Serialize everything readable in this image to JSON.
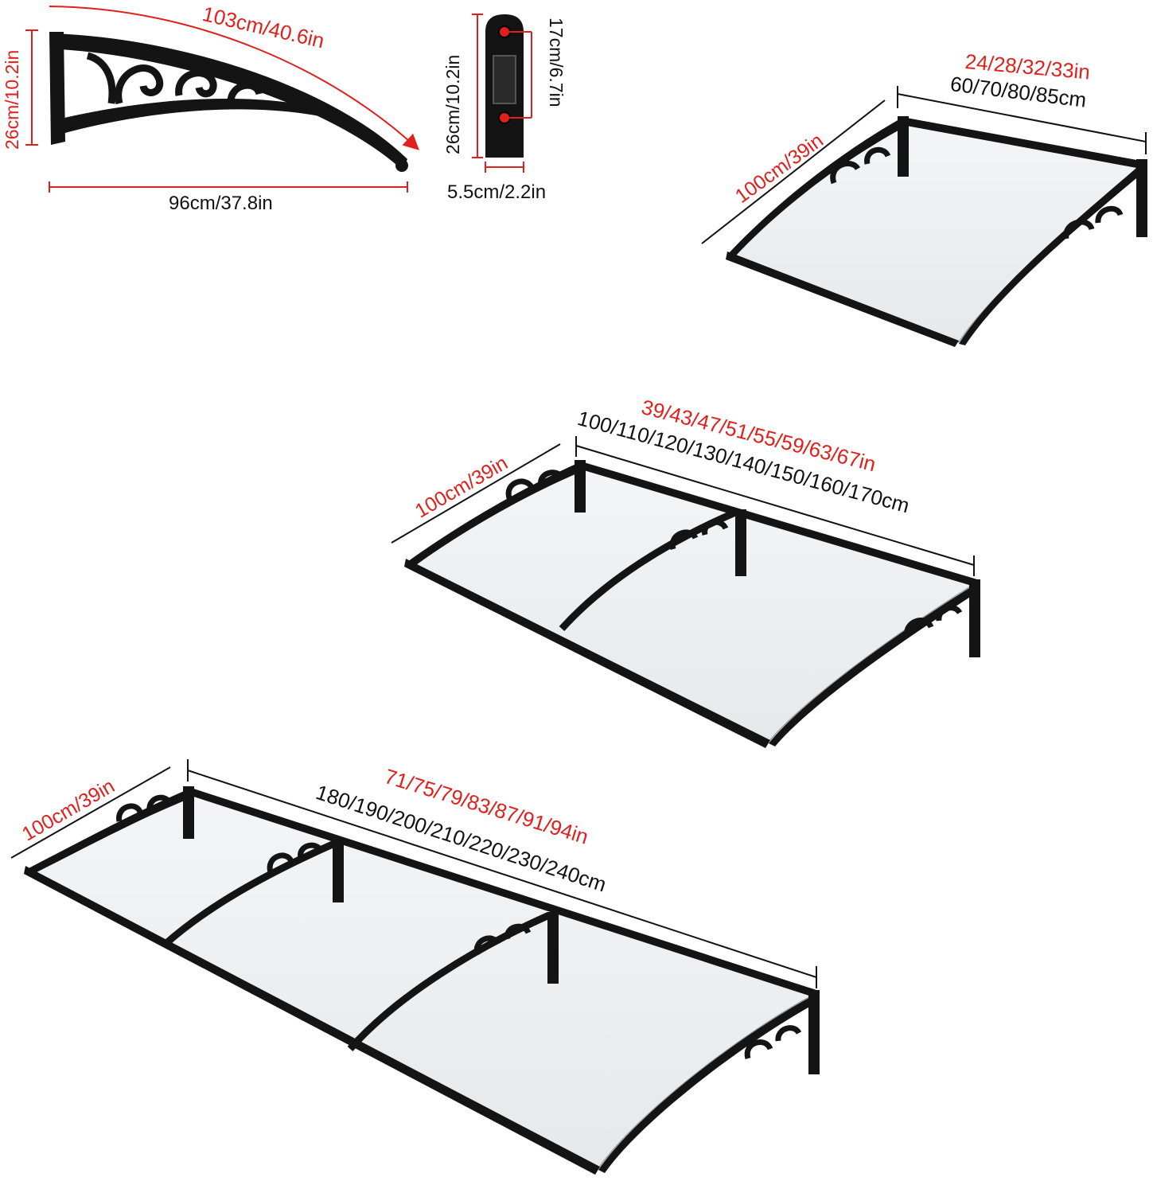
{
  "colors": {
    "dimension_red": "#e0201c",
    "frame_black": "#141414",
    "panel": "#eef0f2",
    "text_black": "#111111"
  },
  "bracket": {
    "arc_length": "103cm/40.6in",
    "height": "26cm/10.2in",
    "depth": "96cm/37.8in"
  },
  "wall_plate": {
    "height": "26cm/10.2in",
    "hole_spacing": "17cm/6.7in",
    "width": "5.5cm/2.2in"
  },
  "awning_small": {
    "width_in": "24/28/32/33in",
    "width_cm": "60/70/80/85cm",
    "projection": "100cm/39in"
  },
  "awning_medium": {
    "width_in": "39/43/47/51/55/59/63/67in",
    "width_cm": "100/110/120/130/140/150/160/170cm",
    "projection": "100cm/39in"
  },
  "awning_large": {
    "width_in": "71/75/79/83/87/91/94in",
    "width_cm": "180/190/200/210/220/230/240cm",
    "projection": "100cm/39in"
  }
}
